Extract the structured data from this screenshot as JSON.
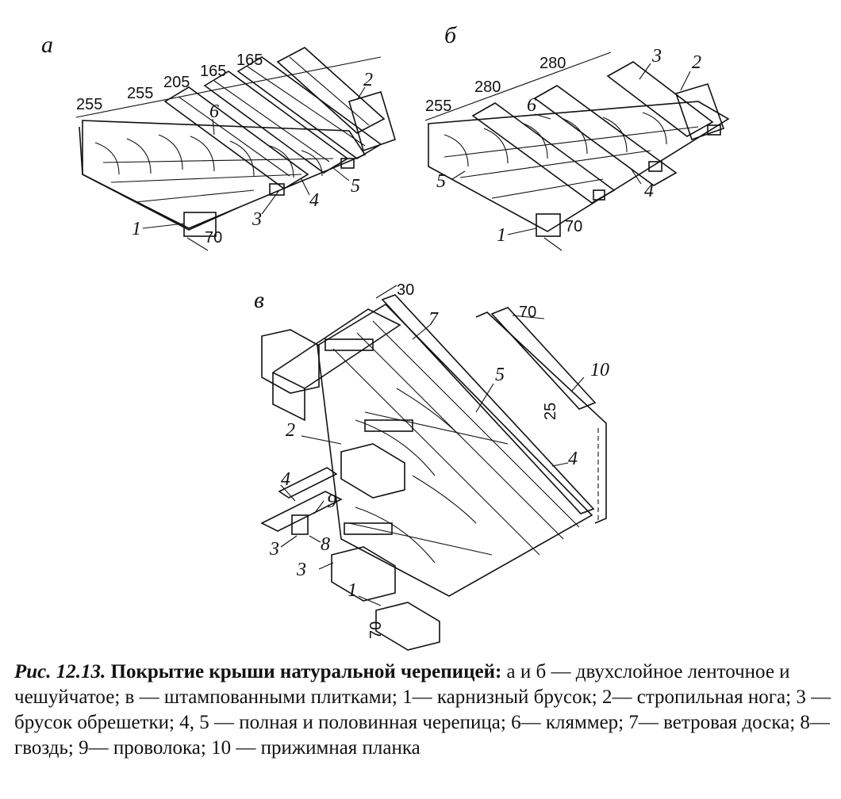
{
  "figure": {
    "panels": [
      {
        "id": "a",
        "letter": "а",
        "dims": [
          "255",
          "255",
          "205",
          "165",
          "165",
          "70"
        ],
        "labels": [
          "1",
          "2",
          "3",
          "4",
          "5",
          "6"
        ]
      },
      {
        "id": "b",
        "letter": "б",
        "dims": [
          "255",
          "280",
          "280",
          "70"
        ],
        "labels": [
          "1",
          "2",
          "3",
          "4",
          "5",
          "6"
        ]
      },
      {
        "id": "c",
        "letter": "в",
        "dims": [
          "30",
          "70",
          "25",
          "70"
        ],
        "labels": [
          "1",
          "2",
          "3",
          "4",
          "5",
          "7",
          "10",
          "4",
          "9",
          "3",
          "8"
        ]
      }
    ]
  },
  "caption": {
    "fig_no": "Рис. 12.13.",
    "title": "Покрытие крыши натуральной черепицей:",
    "body": "а и б — двух­слойное ленточное и чешуйчатое; в — штампованными плитками; 1— карнизный брусок; 2— стропильная нога; 3 — брусок обрешетки; 4, 5 — полная и половинная черепица; 6— кляммер; 7— ветровая доска; 8— гвоздь; 9— проволока; 10 — прижимная планка"
  }
}
